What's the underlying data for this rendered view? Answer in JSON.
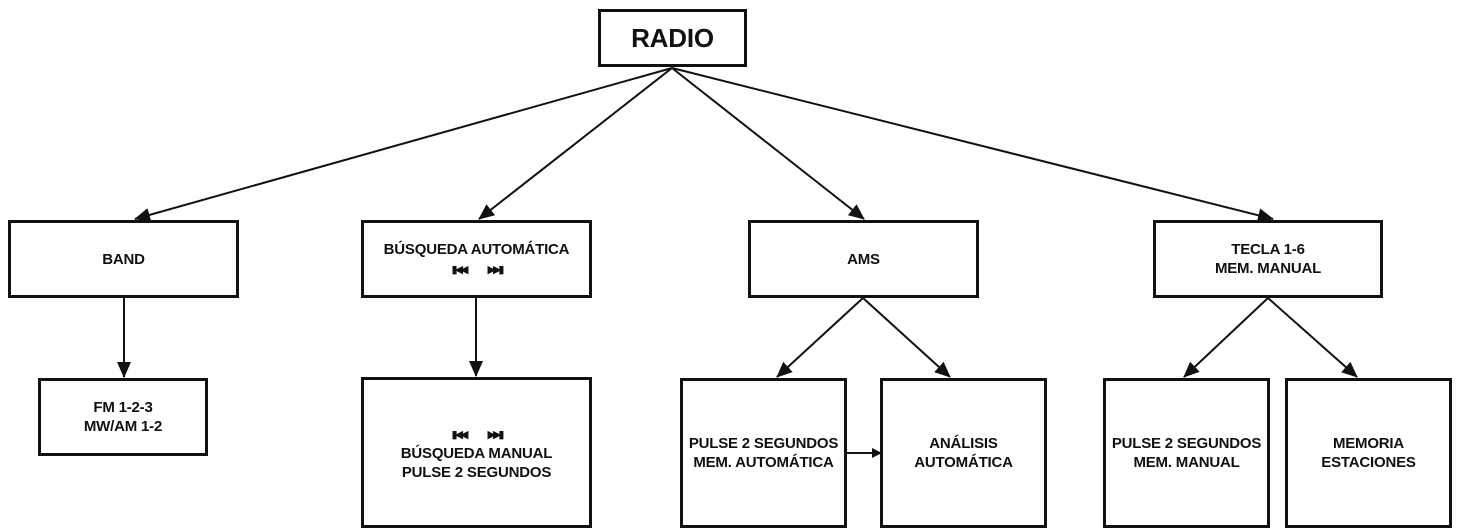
{
  "root": {
    "label": "RADIO"
  },
  "band": {
    "label": "BAND",
    "child": {
      "line1": "FM 1-2-3",
      "line2": "MW/AM 1-2"
    }
  },
  "auto_search": {
    "label": "BÚSQUEDA AUTOMÁTICA",
    "icon_prev": "prev-track-icon",
    "icon_next": "next-track-icon",
    "child": {
      "icon_prev": "prev-track-icon",
      "icon_next": "next-track-icon",
      "line1": "BÚSQUEDA MANUAL",
      "line2": "PULSE 2 SEGUNDOS"
    }
  },
  "ams": {
    "label": "AMS",
    "child_left": {
      "line1": "PULSE 2 SEGUNDOS",
      "line2": "MEM. AUTOMÁTICA"
    },
    "child_right": {
      "line1": "ANÁLISIS",
      "line2": "AUTOMÁTICA"
    }
  },
  "preset": {
    "line1": "TECLA 1-6",
    "line2": "MEM. MANUAL",
    "child_left": {
      "line1": "PULSE 2 SEGUNDOS",
      "line2": "MEM. MANUAL"
    },
    "child_right": {
      "line1": "MEMORIA",
      "line2": "ESTACIONES"
    }
  }
}
